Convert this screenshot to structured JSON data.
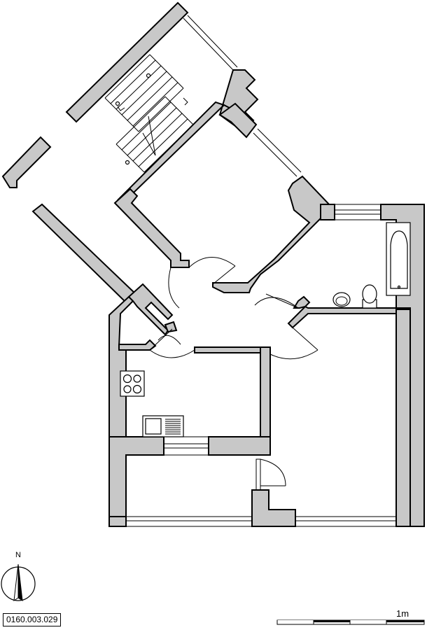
{
  "north_label": "N",
  "plan_reference": "0160.003.029",
  "scale": {
    "label": "1m",
    "segments": 4
  },
  "colors": {
    "wall_fill": "#c8c8c8",
    "line": "#000000",
    "background": "#ffffff"
  },
  "fixtures": [
    "stair-flight-upper",
    "stair-flight-lower",
    "bathtub",
    "washbasin",
    "toilet",
    "cooktop",
    "kitchen-sink"
  ]
}
